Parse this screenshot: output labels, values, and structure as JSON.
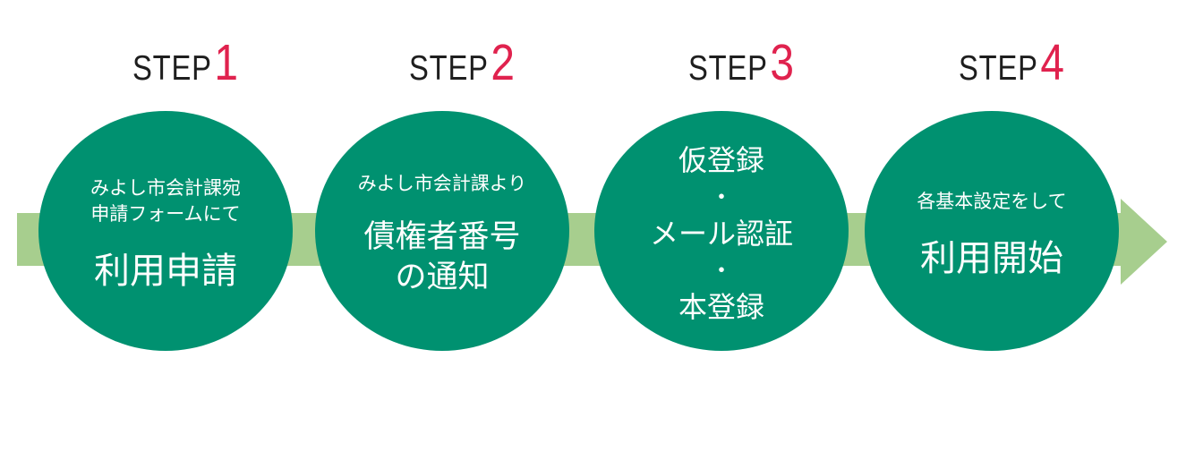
{
  "diagram": {
    "steps": [
      {
        "step_label": "STEP",
        "step_number": "1",
        "sub_lines": [
          "みよし市会計課宛",
          "申請フォームにて"
        ],
        "main_lines": [
          "利用申請"
        ]
      },
      {
        "step_label": "STEP",
        "step_number": "2",
        "sub_lines": [
          "みよし市会計課より"
        ],
        "main_lines": [
          "債権者番号",
          "の通知"
        ]
      },
      {
        "step_label": "STEP",
        "step_number": "3",
        "main_lines": [
          "仮登録",
          "・",
          "メール認証",
          "・",
          "本登録"
        ]
      },
      {
        "step_label": "STEP",
        "step_number": "4",
        "sub_lines": [
          "各基本設定をして"
        ],
        "main_lines": [
          "利用開始"
        ]
      }
    ],
    "colors": {
      "circle_green": "#009170",
      "band_light_green": "#A7CE8E",
      "step_number_red": "#E0224E",
      "step_label_black": "#1E1E1E",
      "circle_text": "#FFFFFF"
    }
  }
}
